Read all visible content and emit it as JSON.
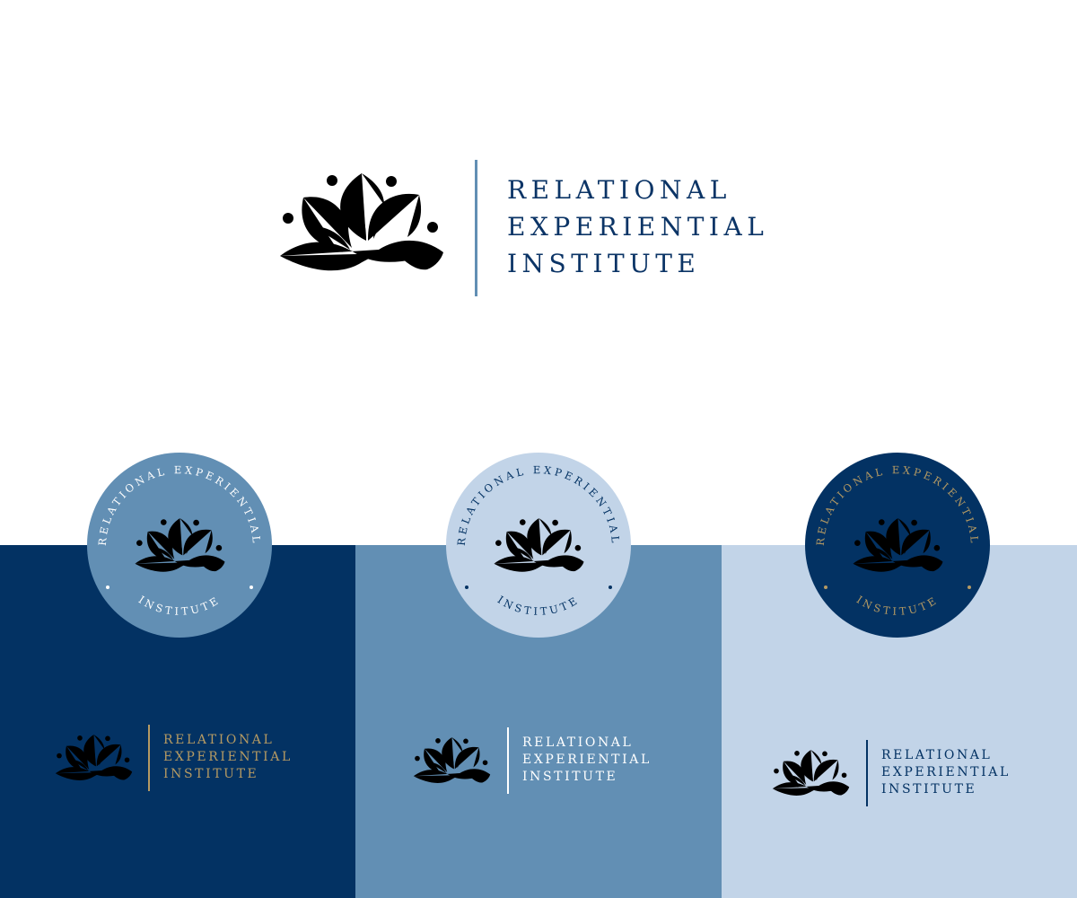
{
  "brand": {
    "line1": "RELATIONAL",
    "line2": "EXPERIENTIAL",
    "line3": "INSTITUTE",
    "seal_top": "RELATIONAL EXPERIENTIAL",
    "seal_bottom": "INSTITUTE"
  },
  "colors": {
    "navy": "#033263",
    "steel_blue": "#628fb4",
    "light_blue": "#c2d4e8",
    "gold": "#b59a63",
    "white": "#ffffff"
  },
  "icon": "lotus-people-infinity-icon"
}
